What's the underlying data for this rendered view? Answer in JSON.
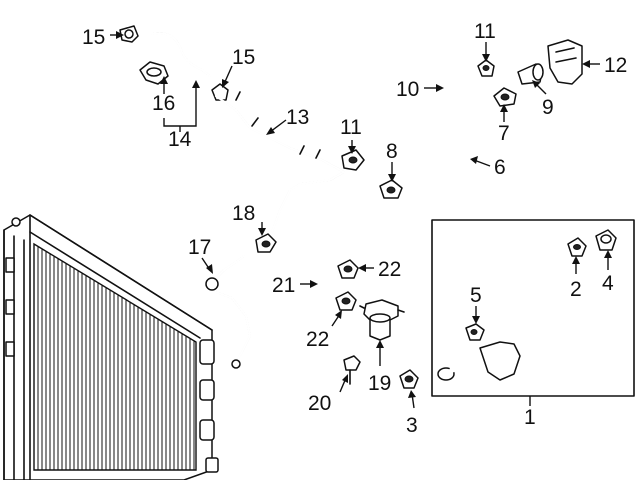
{
  "callouts": [
    {
      "id": "c15a",
      "text": "15"
    },
    {
      "id": "c16",
      "text": "16"
    },
    {
      "id": "c14",
      "text": "14"
    },
    {
      "id": "c15b",
      "text": "15"
    },
    {
      "id": "c13",
      "text": "13"
    },
    {
      "id": "c11a",
      "text": "11"
    },
    {
      "id": "c11b",
      "text": "11"
    },
    {
      "id": "c10",
      "text": "10"
    },
    {
      "id": "c12",
      "text": "12"
    },
    {
      "id": "c9",
      "text": "9"
    },
    {
      "id": "c7",
      "text": "7"
    },
    {
      "id": "c8",
      "text": "8"
    },
    {
      "id": "c6",
      "text": "6"
    },
    {
      "id": "c18",
      "text": "18"
    },
    {
      "id": "c17",
      "text": "17"
    },
    {
      "id": "c21",
      "text": "21"
    },
    {
      "id": "c22a",
      "text": "22"
    },
    {
      "id": "c22b",
      "text": "22"
    },
    {
      "id": "c5",
      "text": "5"
    },
    {
      "id": "c2",
      "text": "2"
    },
    {
      "id": "c4",
      "text": "4"
    },
    {
      "id": "c20",
      "text": "20"
    },
    {
      "id": "c19",
      "text": "19"
    },
    {
      "id": "c3",
      "text": "3"
    },
    {
      "id": "c1",
      "text": "1"
    }
  ]
}
